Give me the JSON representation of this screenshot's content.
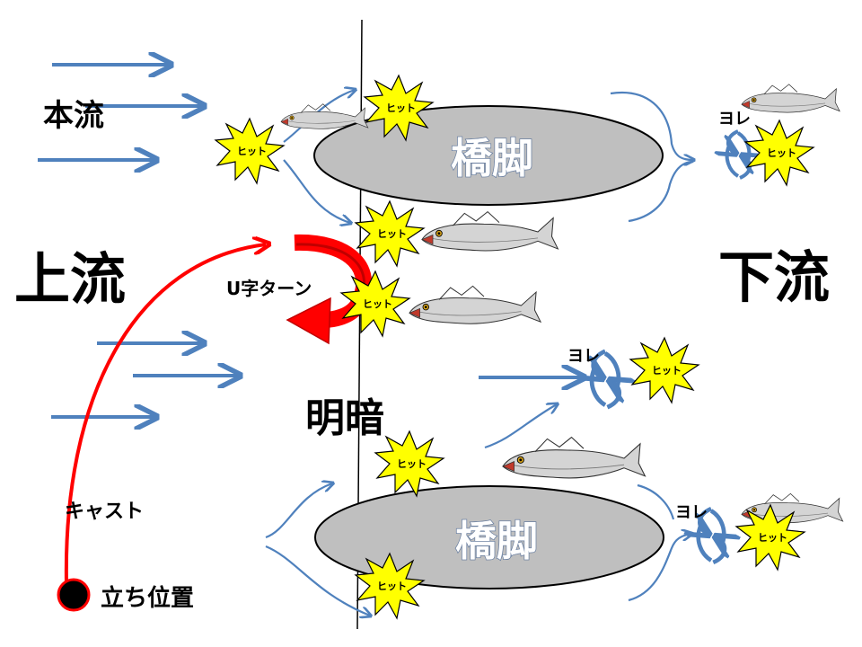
{
  "labels": {
    "main_current": "本流",
    "upstream": "上流",
    "downstream": "下流",
    "u_turn": "U字ターン",
    "light_dark": "明暗",
    "cast": "キャスト",
    "stand_position": "立ち位置",
    "pier_top": "橋脚",
    "pier_bottom": "橋脚",
    "yore": "ヨレ",
    "hit": "ヒット"
  },
  "colors": {
    "flow_arrow": "#4f81bd",
    "pier_fill": "#bfbfbf",
    "hit_burst": "#ffff00",
    "cast_line": "#ff0000",
    "u_turn_arrow": "#ff0000",
    "position_dot": "#000000"
  },
  "icons": [
    "hit-burst-icon",
    "fish-icon",
    "eddy-swirl-icon",
    "flow-arrow-icon"
  ]
}
